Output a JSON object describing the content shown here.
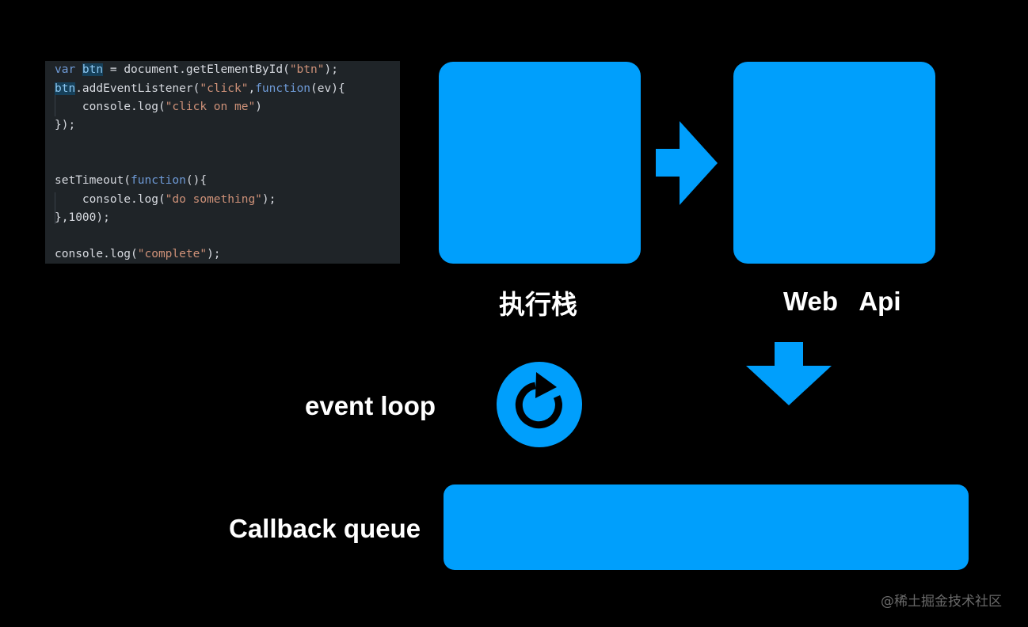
{
  "code": {
    "lines": [
      [
        {
          "t": "var ",
          "c": "kw"
        },
        {
          "t": "btn",
          "c": "hl"
        },
        {
          "t": " = document.getElementById(",
          "c": "plain"
        },
        {
          "t": "\"btn\"",
          "c": "str"
        },
        {
          "t": ");",
          "c": "plain"
        }
      ],
      [
        {
          "t": "btn",
          "c": "hl"
        },
        {
          "t": ".addEventListener(",
          "c": "plain"
        },
        {
          "t": "\"click\"",
          "c": "str"
        },
        {
          "t": ",",
          "c": "plain"
        },
        {
          "t": "function",
          "c": "kw"
        },
        {
          "t": "(ev){",
          "c": "plain"
        }
      ],
      [
        {
          "t": "    console.log(",
          "c": "plain"
        },
        {
          "t": "\"click on me\"",
          "c": "str"
        },
        {
          "t": ")",
          "c": "plain"
        }
      ],
      [
        {
          "t": "});",
          "c": "plain"
        }
      ],
      [],
      [],
      [
        {
          "t": "setTimeout(",
          "c": "plain"
        },
        {
          "t": "function",
          "c": "kw"
        },
        {
          "t": "(){",
          "c": "plain"
        }
      ],
      [
        {
          "t": "    console.log(",
          "c": "plain"
        },
        {
          "t": "\"do something\"",
          "c": "str"
        },
        {
          "t": ");",
          "c": "plain"
        }
      ],
      [
        {
          "t": "},1000);",
          "c": "plain"
        }
      ],
      [],
      [
        {
          "t": "console.log(",
          "c": "plain"
        },
        {
          "t": "\"complete\"",
          "c": "str"
        },
        {
          "t": ");",
          "c": "plain"
        }
      ]
    ]
  },
  "diagram": {
    "stack_label": "执行栈",
    "webapi_label": "Web   Api",
    "eventloop_label": "event loop",
    "queue_label": "Callback queue"
  },
  "colors": {
    "accent": "#009ffc",
    "background": "#000000",
    "code_bg": "#1f2428"
  },
  "icons": {
    "arrow_right": "arrow-right-icon",
    "arrow_down": "arrow-down-icon",
    "loop": "refresh-loop-icon"
  },
  "watermark": "@稀土掘金技术社区"
}
